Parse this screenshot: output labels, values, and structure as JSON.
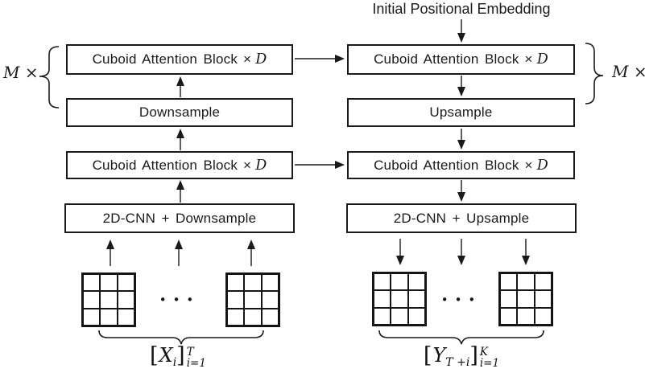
{
  "title": {
    "text": "Initial Positional Embedding"
  },
  "multipliers": {
    "left": "M ×",
    "right": "M ×"
  },
  "encoder": {
    "attn_block_top": {
      "label": "Cuboid Attention Block",
      "times": "×",
      "depth": "D"
    },
    "downsample": {
      "label": "Downsample"
    },
    "attn_block_bottom": {
      "label": "Cuboid Attention Block",
      "times": "×",
      "depth": "D"
    },
    "cnn": {
      "label": "2D-CNN + Downsample"
    },
    "ellipsis": "•••",
    "input_label": {
      "open": "[",
      "symbol": "X",
      "symbol_sub": "i",
      "close": "]",
      "sup": "T",
      "sub": "i=1"
    }
  },
  "decoder": {
    "attn_block_top": {
      "label": "Cuboid Attention Block",
      "times": "×",
      "depth": "D"
    },
    "upsample": {
      "label": "Upsample"
    },
    "attn_block_bottom": {
      "label": "Cuboid Attention Block",
      "times": "×",
      "depth": "D"
    },
    "cnn": {
      "label": "2D-CNN + Upsample"
    },
    "ellipsis": "•••",
    "output_label": {
      "open": "[",
      "symbol": "Y",
      "symbol_sub": "T +i",
      "close": "]",
      "sup": "K",
      "sub": "i=1"
    }
  },
  "colors": {
    "ink": "#1a1a1a",
    "background": "#ffffff"
  }
}
